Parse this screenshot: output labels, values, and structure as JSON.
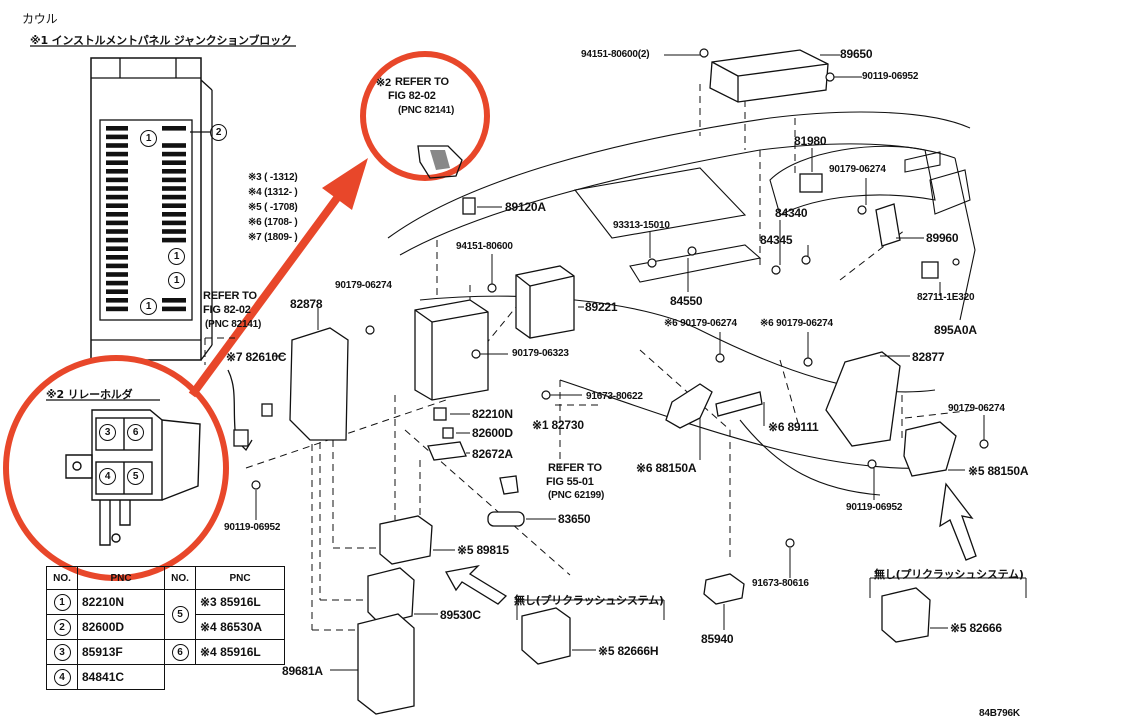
{
  "header": {
    "cowl": "カウル",
    "ip_jb_title": "※1 インストルメントパネル ジャンクションブロック",
    "relay_holder_title": "※2 リレーホルダ"
  },
  "notes": {
    "refer_top_1": "REFER TO",
    "refer_top_2": "FIG 82-02",
    "refer_top_3": "(PNC 82141)",
    "refer_top_prefix": "※2",
    "refer_left_1": "REFER TO",
    "refer_left_2": "FIG 82-02",
    "refer_left_3": "(PNC 82141)",
    "refer_mid_1": "REFER TO",
    "refer_mid_2": "FIG 55-01",
    "refer_mid_3": "(PNC 62199)",
    "variant_3": "※3 (      -1312)",
    "variant_4": "※4 (1312-      )",
    "variant_5": "※5 (      -1708)",
    "variant_6": "※6 (1708-      )",
    "variant_7": "※7 (1809-      )",
    "no_precrash_1": "無し(プリクラッシュシステム)",
    "no_precrash_2": "無し(プリクラッシュシステム)",
    "drawing_code": "84B796K"
  },
  "parts": {
    "p94151_80600_2": "94151-80600(2)",
    "p89650": "89650",
    "p90119_06952_a": "90119-06952",
    "p81980": "81980",
    "p90179_06274_a": "90179-06274",
    "p89120A": "89120A",
    "p93313_15010": "93313-15010",
    "p84340": "84340",
    "p84345": "84345",
    "p89960": "89960",
    "p94151_80600": "94151-80600",
    "p82878": "82878",
    "p90179_06274_b": "90179-06274",
    "p89221": "89221",
    "p84550": "84550",
    "p82711_1E320": "82711-1E320",
    "p895A0A": "895A0A",
    "p82610C": "※7 82610C",
    "p90179_06323": "90179-06323",
    "p90179_06274_c": "※6 90179-06274",
    "p90179_06274_d": "※6 90179-06274",
    "p82877": "82877",
    "p91673_80622": "91673-80622",
    "p82210N": "82210N",
    "p82730": "※1 82730",
    "p82600D": "82600D",
    "p82672A": "82672A",
    "p89111": "※6 89111",
    "p90179_06274_e": "90179-06274",
    "p88150A_a": "※6 88150A",
    "p88150A_b": "※5 88150A",
    "p90119_06952_b": "90119-06952",
    "p90119_06952_c": "90119-06952",
    "p83650": "83650",
    "p89815": "※5 89815",
    "p91673_80616": "91673-80616",
    "p89530C": "89530C",
    "p82666H": "※5 82666H",
    "p85940": "85940",
    "p82666": "※5 82666",
    "p89681A": "89681A"
  },
  "legend_table": {
    "headers": [
      "NO.",
      "PNC",
      "NO.",
      "PNC"
    ],
    "rows": [
      {
        "no": "1",
        "pnc": "82210N"
      },
      {
        "no": "2",
        "pnc": "82600D"
      },
      {
        "no": "3",
        "pnc": "85913F"
      },
      {
        "no": "4",
        "pnc": "84841C"
      }
    ],
    "right_no_5": "5",
    "right_5a": "※3 85916L",
    "right_5b": "※4 86530A",
    "right_no_6": "6",
    "right_6": "※4 85916L"
  },
  "jb_callouts": {
    "c1": "1",
    "c2": "2"
  },
  "relay_slots": [
    "3",
    "6",
    "4",
    "5"
  ],
  "colors": {
    "highlight_red": "#e8472a",
    "line": "#111111"
  }
}
